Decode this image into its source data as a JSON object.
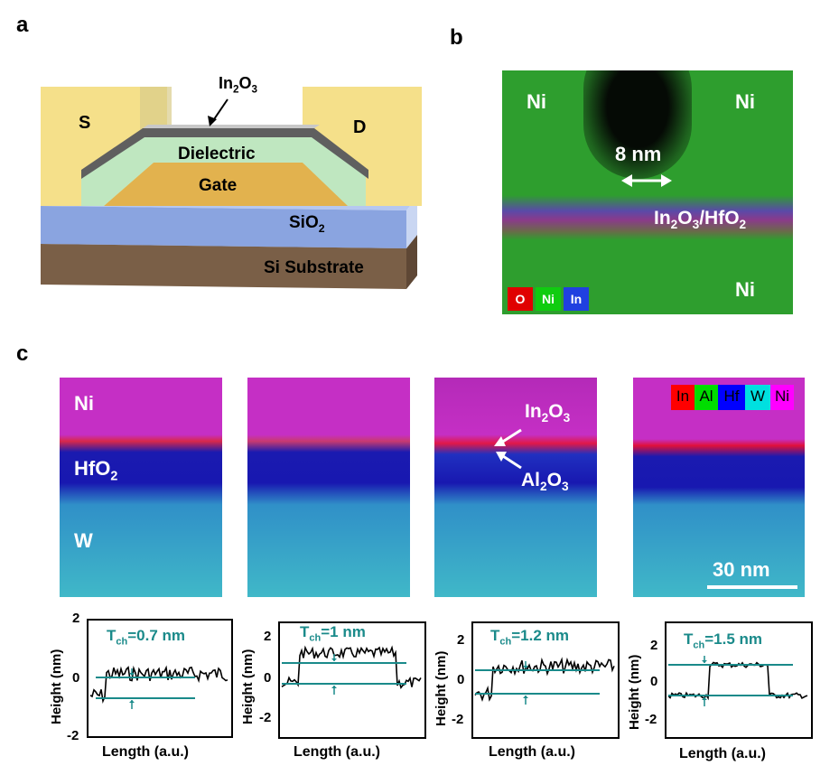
{
  "panels": {
    "a": "a",
    "b": "b",
    "c": "c"
  },
  "device": {
    "channel_main": "In",
    "channel_sub1": "2",
    "channel_mid": "O",
    "channel_sub2": "3",
    "source": "S",
    "drain": "D",
    "dielectric": "Dielectric",
    "gate": "Gate",
    "oxide_main": "SiO",
    "oxide_sub": "2",
    "substrate": "Si Substrate"
  },
  "eds_b": {
    "ni_tl": "Ni",
    "ni_tr": "Ni",
    "ni_br": "Ni",
    "gap": "8 nm",
    "layer_parts": [
      "In",
      "2",
      "O",
      "3",
      "/HfO",
      "2"
    ],
    "legend": [
      {
        "label": "O",
        "color": "#e00000"
      },
      {
        "label": "Ni",
        "color": "#10cc10"
      },
      {
        "label": "In",
        "color": "#2040e0"
      }
    ]
  },
  "eds_c": {
    "ni": "Ni",
    "hfo_main": "HfO",
    "hfo_sub": "2",
    "w": "W",
    "in2o3_parts": [
      "In",
      "2",
      "O",
      "3"
    ],
    "al2o3_parts": [
      "Al",
      "2",
      "O",
      "3"
    ],
    "scalebar": "30 nm",
    "legend": [
      {
        "label": "In",
        "color": "#ff0000"
      },
      {
        "label": "Al",
        "color": "#00dd00"
      },
      {
        "label": "Hf",
        "color": "#0000ff"
      },
      {
        "label": "W",
        "color": "#00e0e0"
      },
      {
        "label": "Ni",
        "color": "#ff00ff"
      }
    ]
  },
  "profiles": {
    "ylabel": "Height (nm)",
    "xlabel": "Length (a.u.)",
    "tch_prefix": "T",
    "tch_sub": "ch",
    "plots": [
      {
        "tch": "=0.7 nm",
        "ticks": [
          "2",
          "0",
          "-2"
        ]
      },
      {
        "tch": "=1 nm",
        "ticks": [
          "2",
          "0",
          "-2"
        ]
      },
      {
        "tch": "=1.2 nm",
        "ticks": [
          "2",
          "0",
          "-2"
        ]
      },
      {
        "tch": "=1.5 nm",
        "ticks": [
          "2",
          "0",
          "-2"
        ]
      }
    ]
  },
  "colors": {
    "teal": "#1a8a8a",
    "ni_green": "#2e9e2e",
    "magenta": "#cc2ecc",
    "hfo_blue": "#1818b0",
    "w_cyan": "#40b8c8"
  }
}
